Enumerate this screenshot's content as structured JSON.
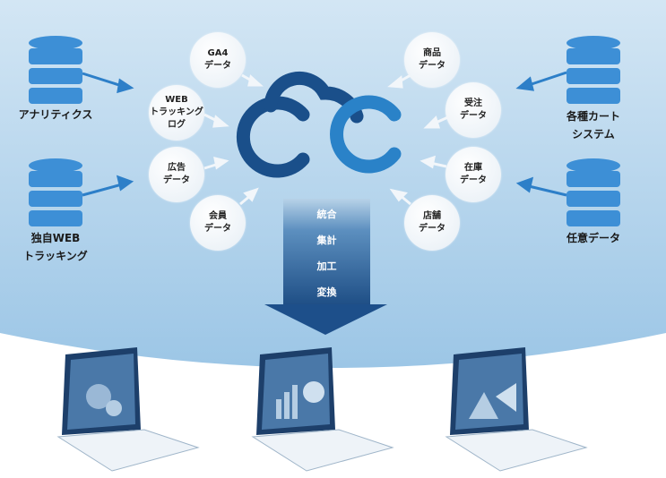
{
  "sources_left": [
    {
      "label": "アナリティクス"
    },
    {
      "label": "独自WEB\nトラッキング"
    }
  ],
  "sources_right": [
    {
      "label": "各種カート\nシステム"
    },
    {
      "label": "任意データ"
    }
  ],
  "bubbles_left": [
    {
      "label": "GA4\nデータ"
    },
    {
      "label": "WEB\nトラッキング\nログ"
    },
    {
      "label": "広告\nデータ"
    },
    {
      "label": "会員\nデータ"
    }
  ],
  "bubbles_right": [
    {
      "label": "商品\nデータ"
    },
    {
      "label": "受注\nデータ"
    },
    {
      "label": "在庫\nデータ"
    },
    {
      "label": "店舗\nデータ"
    }
  ],
  "process_steps": [
    {
      "label": "統合"
    },
    {
      "label": "集計"
    },
    {
      "label": "加工"
    },
    {
      "label": "変換"
    }
  ],
  "colors": {
    "dark_blue": "#1a4f8a",
    "mid_blue": "#2a82c8",
    "db_blue": "#3d8fd6",
    "bg_top": "#cfe3f2",
    "bg_bottom": "#9fc7e6"
  }
}
